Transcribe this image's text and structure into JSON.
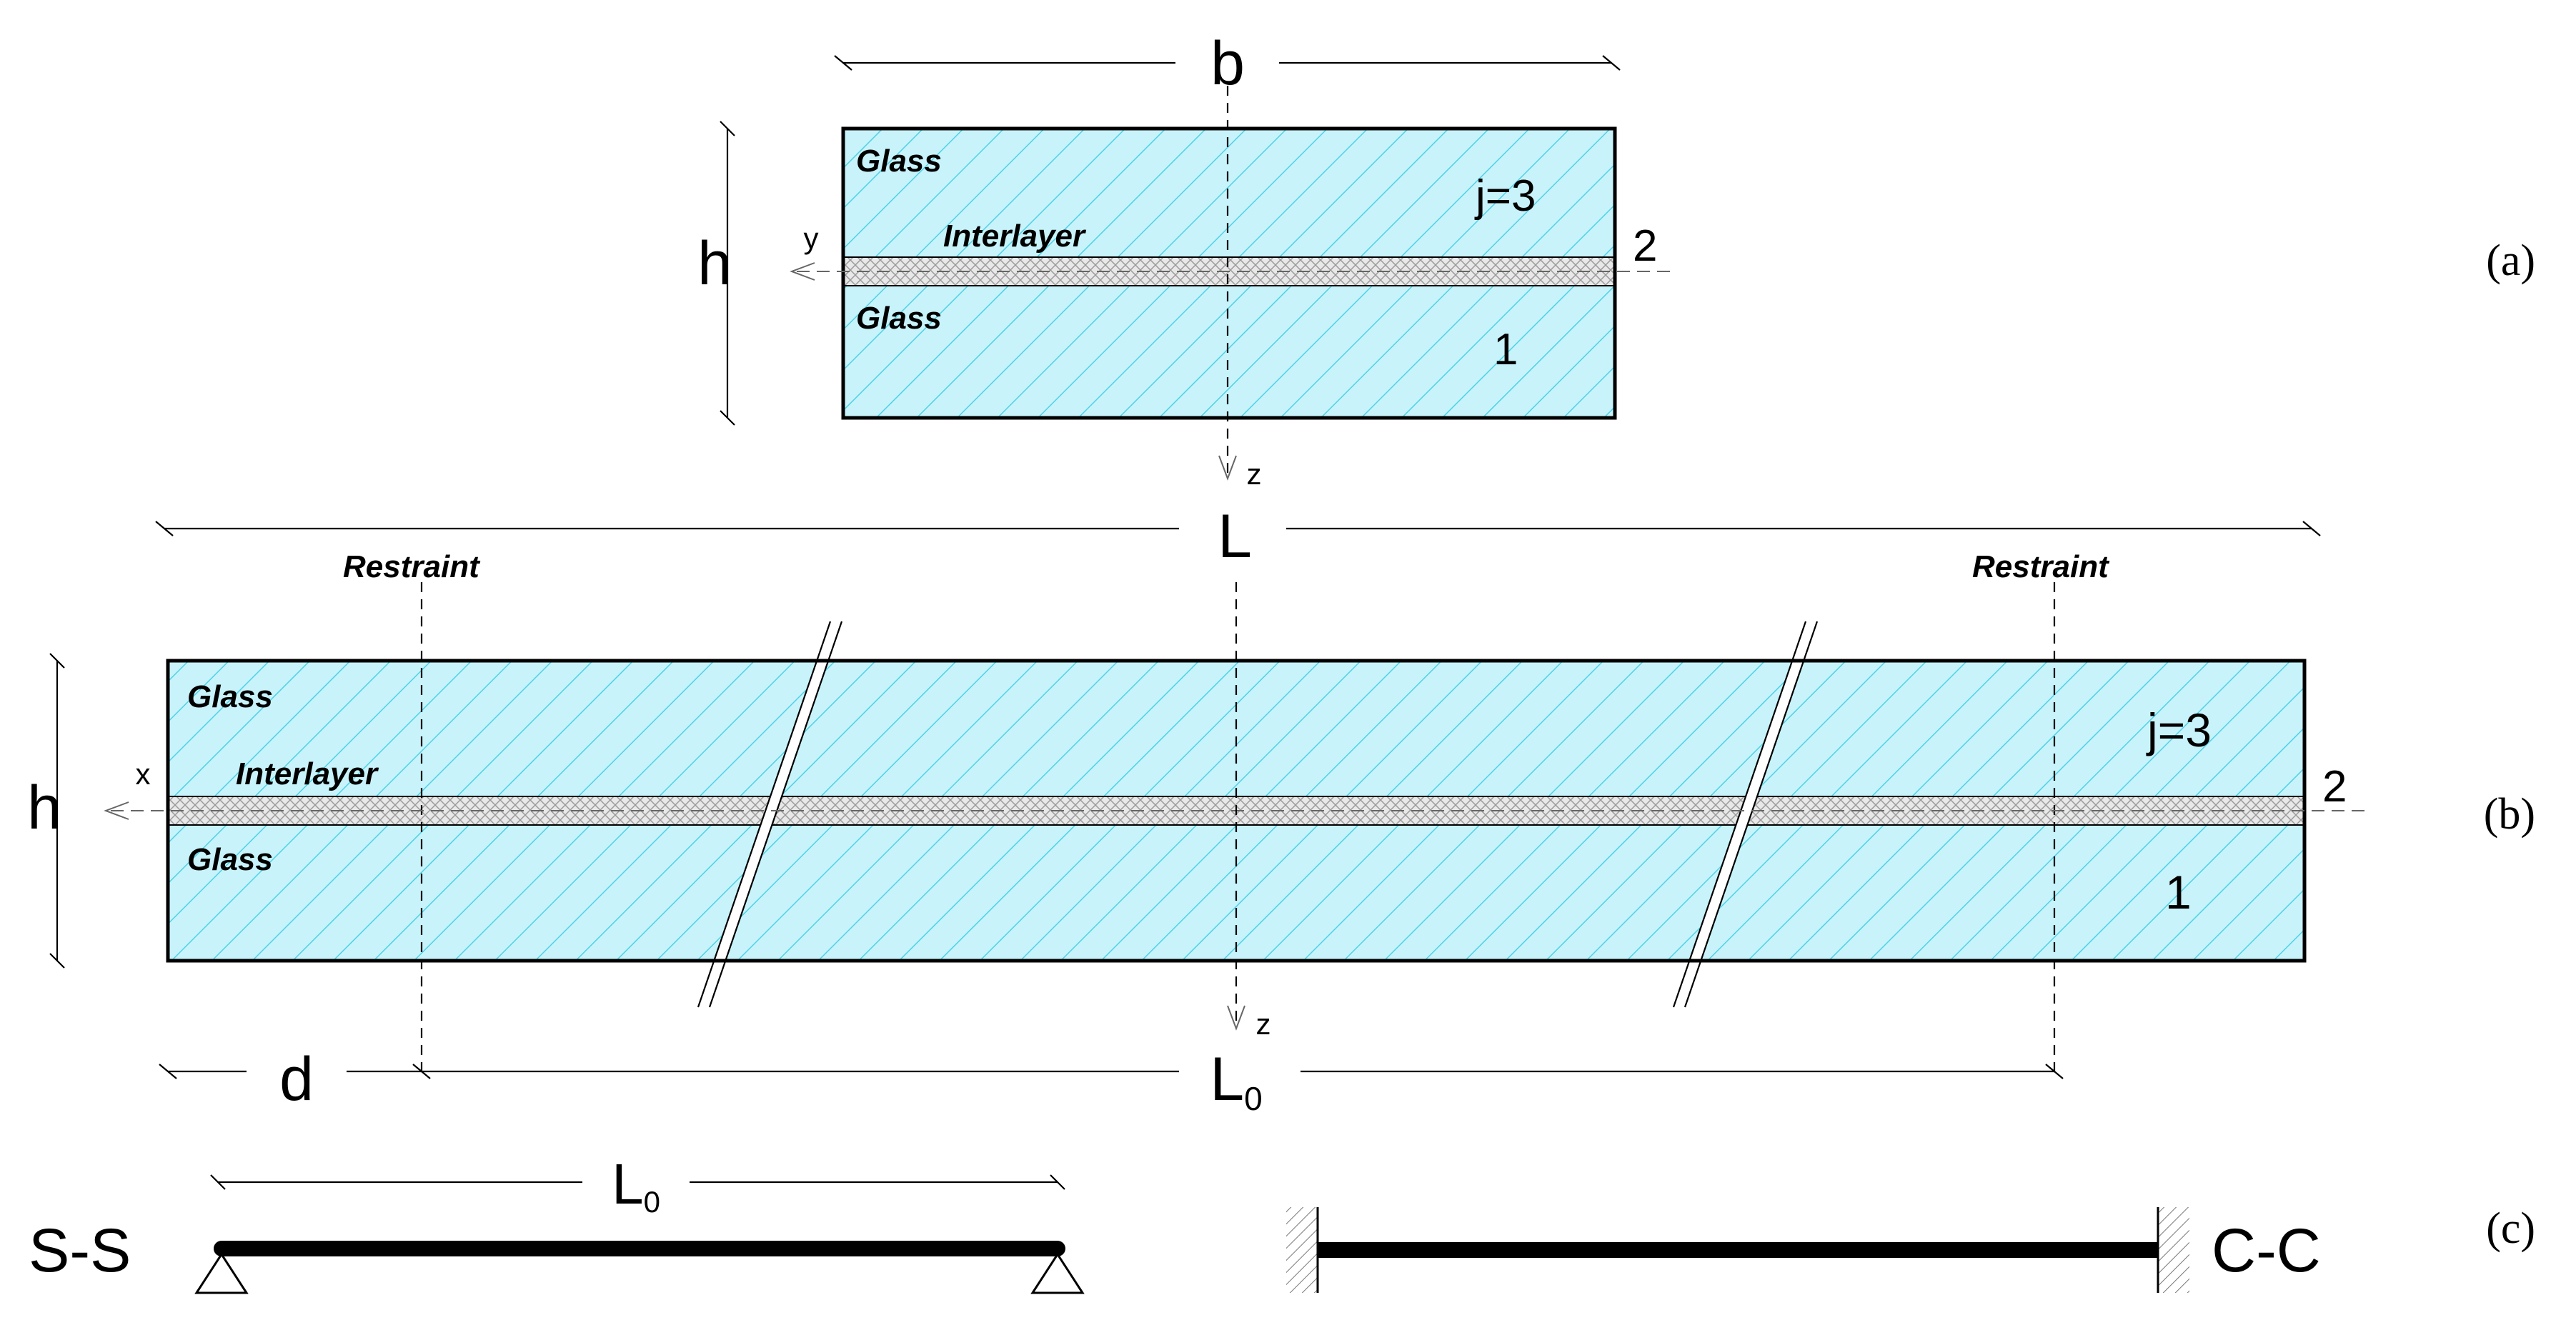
{
  "panel_a": {
    "tag": "(a)",
    "width_label": "b",
    "height_label": "h",
    "top_glass": "Glass",
    "interlayer": "Interlayer",
    "bottom_glass": "Glass",
    "layer_top": "j=3",
    "layer_mid": "2",
    "layer_bot": "1",
    "axis_y": "y",
    "axis_z": "z"
  },
  "panel_b": {
    "tag": "(b)",
    "length_label": "L",
    "height_label": "h",
    "restraint_left": "Restraint",
    "restraint_right": "Restraint",
    "top_glass": "Glass",
    "interlayer": "Interlayer",
    "bottom_glass": "Glass",
    "layer_top": "j=3",
    "layer_mid": "2",
    "layer_bot": "1",
    "axis_x": "x",
    "axis_z": "z",
    "offset_label": "d",
    "span_label_main": "L",
    "span_label_sub": "0"
  },
  "panel_c": {
    "tag": "(c)",
    "ss_label": "S-S",
    "cc_label": "C-C",
    "span_label_main": "L",
    "span_label_sub": "0"
  },
  "colors": {
    "glass_fill": "#c8f3fb",
    "hatch": "#4fd2e6",
    "interlayer": "#cccccc"
  }
}
